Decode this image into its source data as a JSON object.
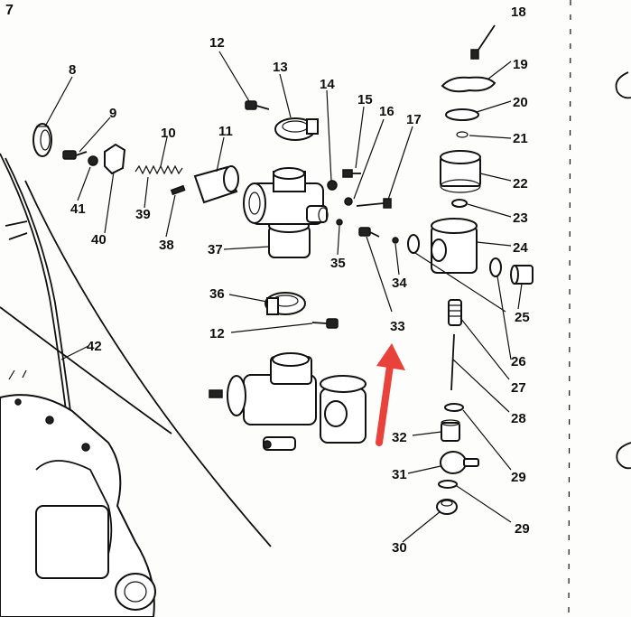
{
  "page": {
    "number": "7"
  },
  "callouts": [
    "8",
    "9",
    "41",
    "40",
    "10",
    "39",
    "38",
    "11",
    "12",
    "13",
    "14",
    "15",
    "16",
    "17",
    "37",
    "35",
    "34",
    "33",
    "36",
    "12",
    "42",
    "18",
    "19",
    "20",
    "21",
    "22",
    "23",
    "24",
    "25",
    "26",
    "27",
    "28",
    "29",
    "31",
    "32",
    "29",
    "30"
  ],
  "arrow": {
    "color": "#e8423a"
  }
}
